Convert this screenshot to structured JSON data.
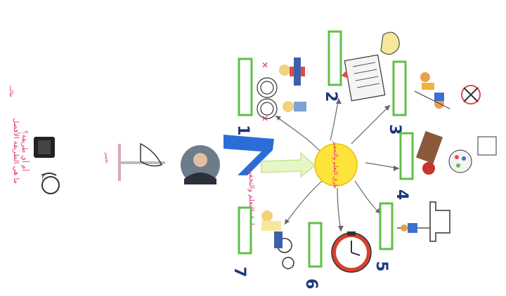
{
  "center": {
    "title": "طرق التعلم والتحفيز"
  },
  "left_question": {
    "line1": "ما هي الطريقة الأفضل",
    "line2": "أم أي طريقة؟",
    "top_note": "طالب"
  },
  "motivation_label": "تحفيز",
  "brand": {
    "number": "7",
    "text": "طرق للتعلم والتحفيز"
  },
  "branches": [
    {
      "number": "1",
      "label": ""
    },
    {
      "number": "2",
      "label": ""
    },
    {
      "number": "3",
      "label": ""
    },
    {
      "number": "4",
      "label": ""
    },
    {
      "number": "5",
      "label": ""
    },
    {
      "number": "6",
      "label": ""
    },
    {
      "number": "7",
      "label": ""
    }
  ],
  "icons": [
    "teacher-photo-icon",
    "timer-icon",
    "checklist-icon",
    "bicycle-icon",
    "dancers-icon",
    "painter-icon",
    "flexed-arm-icon",
    "no-phone-icon",
    "billboard-icon",
    "yoga-icon",
    "student-group-icon"
  ],
  "colors": {
    "center_fill": "#fde33a",
    "box_border": "#5fc046",
    "number_color": "#1c3a7a",
    "brand_blue": "#2a6dd8",
    "pink": "#e0307a"
  }
}
